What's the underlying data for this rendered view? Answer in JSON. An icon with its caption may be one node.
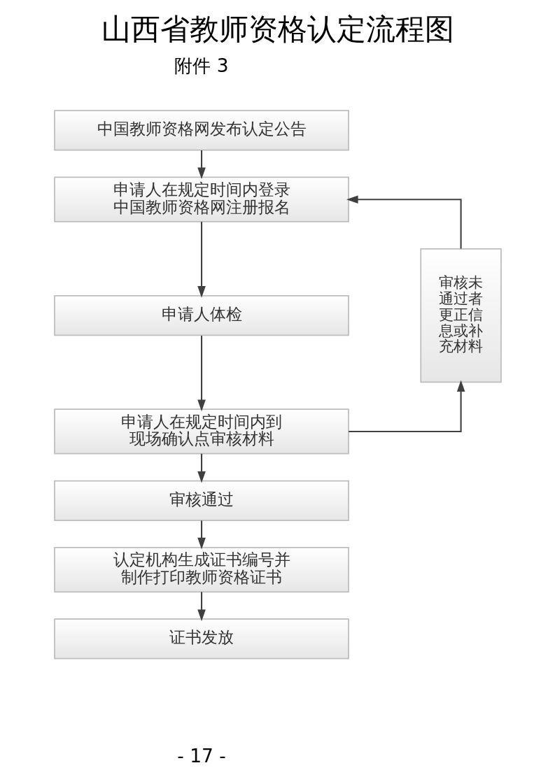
{
  "diagram": {
    "title": "山西省教师资格认定流程图",
    "nodes": [
      {
        "text": [
          "中国教师资格网发布认定公告"
        ]
      },
      {
        "text": [
          "申请人在规定时间内登录中国教师资格网注册报名"
        ]
      },
      {
        "text": [
          "申请人体检"
        ]
      },
      {
        "text": [
          "申请人在规定时间内到现场确认点审核材料"
        ]
      },
      {
        "text": [
          "审核通过"
        ]
      },
      {
        "text": [
          "认定机构生成证书编号并制作打印教师资格证书"
        ]
      },
      {
        "text": [
          "证书发放"
        ]
      },
      {
        "text": [
          "审核未通过者更正信息或补充材料"
        ]
      }
    ],
    "edges": [
      {
        "from": 0,
        "to": 1,
        "arrow": "to"
      },
      {
        "from": 1,
        "to": 2,
        "arrow": "to"
      },
      {
        "from": 2,
        "to": 3,
        "arrow": "to"
      },
      {
        "from": 3,
        "to": 4,
        "arrow": "to"
      },
      {
        "from": 4,
        "to": 5,
        "arrow": "to"
      },
      {
        "from": 5,
        "to": 6,
        "arrow": "to"
      },
      {
        "from": 3,
        "to": 7,
        "arrow": "to"
      },
      {
        "from": 7,
        "to": 1,
        "arrow": "to"
      }
    ],
    "labels": [
      "附件 3",
      "- 17 -"
    ]
  }
}
